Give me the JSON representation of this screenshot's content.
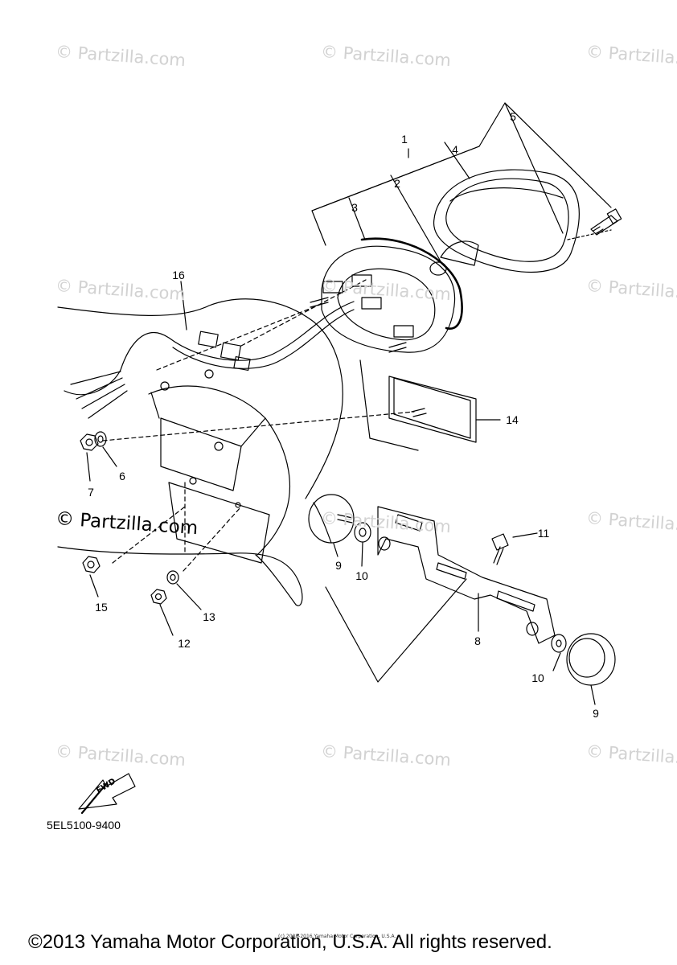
{
  "watermarks": [
    "© Partzilla.com",
    "© Partzilla.com",
    "© Partzilla.com",
    "© Partzilla.com",
    "© Partzilla.com",
    "© Partzilla.com",
    "© Partzilla.com",
    "© Partzilla.com",
    "© Partzilla.com",
    "© Partzilla.com",
    "© Partzilla.com"
  ],
  "watermark_prominent": "© Partzilla.com",
  "callouts": [
    "1",
    "2",
    "3",
    "4",
    "5",
    "16",
    "14",
    "7",
    "6",
    "11",
    "9",
    "10",
    "8",
    "15",
    "13",
    "12",
    "10",
    "9"
  ],
  "fwd_label": "FWD",
  "part_code": "5EL5100-9400",
  "tiny_copyright": "(c) 2008-2016 Yamaha Motor Corporation, U.S.A.",
  "copyright": "©2013 Yamaha Motor Corporation, U.S.A. All rights reserved."
}
